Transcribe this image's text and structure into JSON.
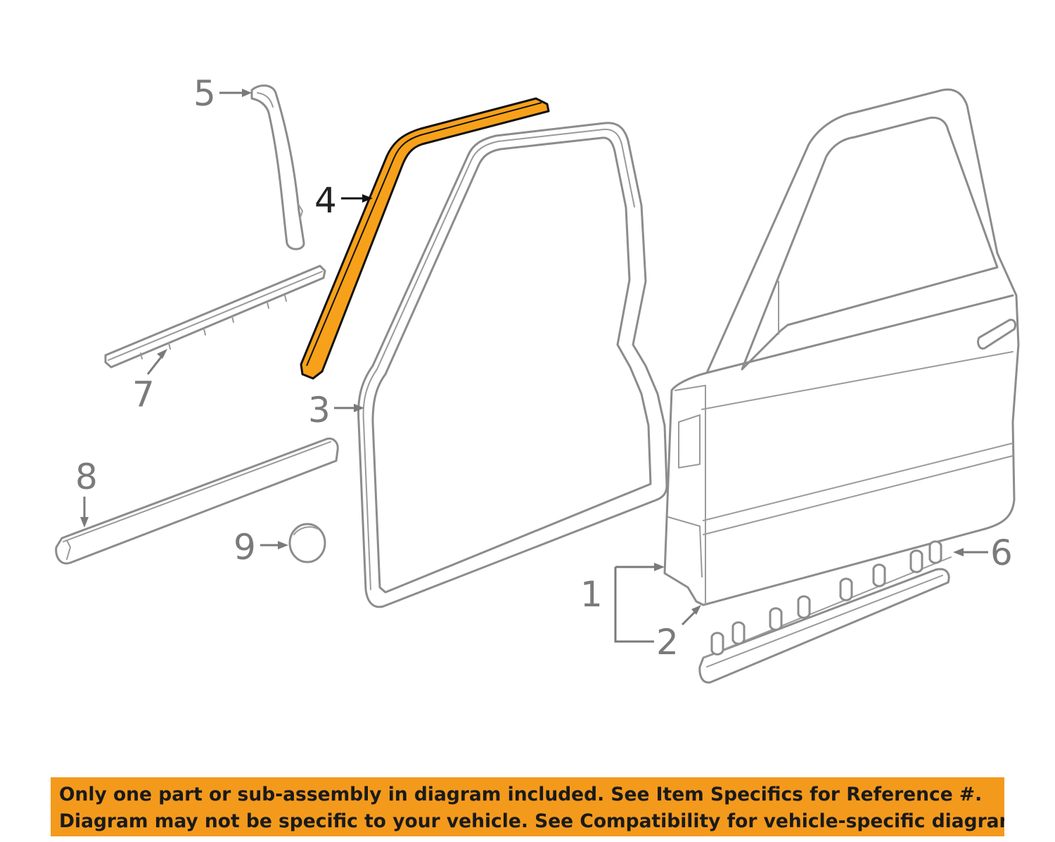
{
  "callouts": {
    "c1": "1",
    "c2": "2",
    "c3": "3",
    "c4": "4",
    "c5": "5",
    "c6": "6",
    "c7": "7",
    "c8": "8",
    "c9": "9"
  },
  "highlight_part": "4",
  "colors": {
    "highlight_fill": "#f7a11a",
    "banner_fill": "#f39a1d",
    "line_gray": "#8c8c8c",
    "callout_gray": "#7a7a7a"
  },
  "banner": {
    "line1": "Only one part or sub-assembly in diagram included. See Item Specifics for Reference #.",
    "line2": "Diagram may not be specific to your vehicle. See Compatibility for vehicle-specific diagrams."
  }
}
